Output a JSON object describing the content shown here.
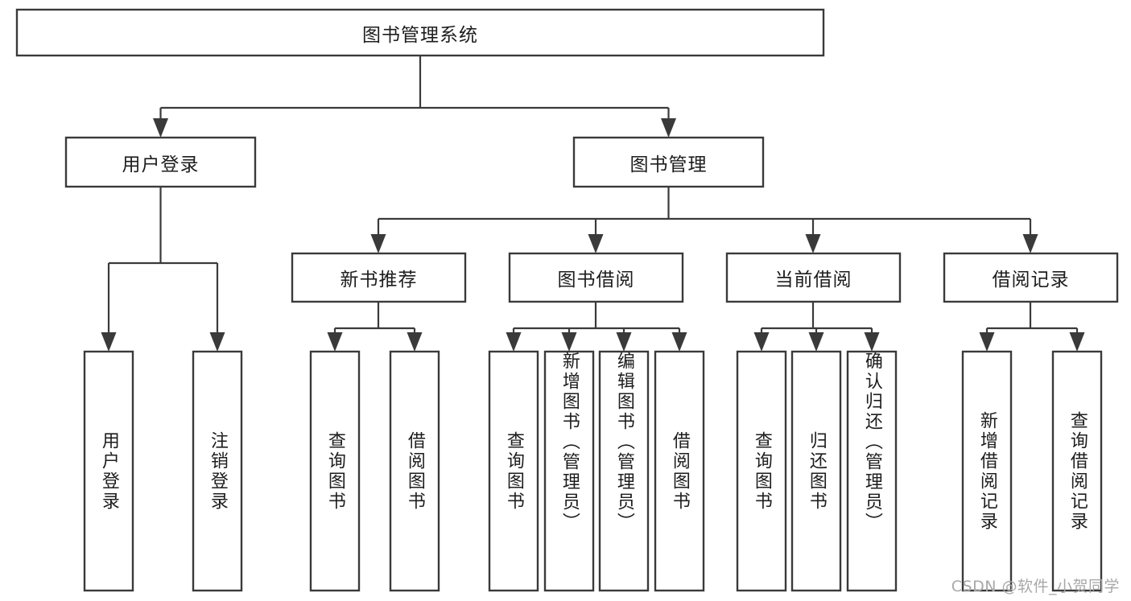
{
  "diagram": {
    "type": "tree-hierarchy",
    "title": "图书管理系统",
    "watermark": "CSDN @软件_小贺同学",
    "colors": {
      "box_stroke": "#3a3a3a",
      "box_fill": "#ffffff",
      "connector": "#3a3a3a",
      "text": "#1d1d1d",
      "watermark": "#a8a8a8",
      "background": "#ffffff"
    },
    "root": {
      "label": "图书管理系统",
      "orientation": "horizontal"
    },
    "level1": [
      {
        "id": "user-login",
        "label": "用户登录",
        "orientation": "horizontal",
        "children": [
          {
            "id": "user-login-action",
            "label": "用户登录",
            "orientation": "vertical"
          },
          {
            "id": "user-logout-action",
            "label": "注销登录",
            "orientation": "vertical"
          }
        ]
      },
      {
        "id": "book-management",
        "label": "图书管理",
        "orientation": "horizontal",
        "groups": [
          {
            "id": "new-book-recommend",
            "label": "新书推荐",
            "orientation": "horizontal",
            "children": [
              {
                "id": "query-book-1",
                "label": "查询图书",
                "orientation": "vertical"
              },
              {
                "id": "borrow-book-1",
                "label": "借阅图书",
                "orientation": "vertical"
              }
            ]
          },
          {
            "id": "book-borrow",
            "label": "图书借阅",
            "orientation": "horizontal",
            "children": [
              {
                "id": "query-book-2",
                "label": "查询图书",
                "orientation": "vertical"
              },
              {
                "id": "add-book-admin",
                "label": "新增图书（管理员）",
                "orientation": "vertical"
              },
              {
                "id": "edit-book-admin",
                "label": "编辑图书（管理员）",
                "orientation": "vertical"
              },
              {
                "id": "borrow-book-2",
                "label": "借阅图书",
                "orientation": "vertical"
              }
            ]
          },
          {
            "id": "current-borrow",
            "label": "当前借阅",
            "orientation": "horizontal",
            "children": [
              {
                "id": "query-book-3",
                "label": "查询图书",
                "orientation": "vertical"
              },
              {
                "id": "return-book",
                "label": "归还图书",
                "orientation": "vertical"
              },
              {
                "id": "confirm-return-admin",
                "label": "确认归还（管理员）",
                "orientation": "vertical"
              }
            ]
          },
          {
            "id": "borrow-record",
            "label": "借阅记录",
            "orientation": "horizontal",
            "children": [
              {
                "id": "add-borrow-record",
                "label": "新增借阅记录",
                "orientation": "vertical"
              },
              {
                "id": "query-borrow-record",
                "label": "查询借阅记录",
                "orientation": "vertical"
              }
            ]
          }
        ]
      }
    ]
  }
}
